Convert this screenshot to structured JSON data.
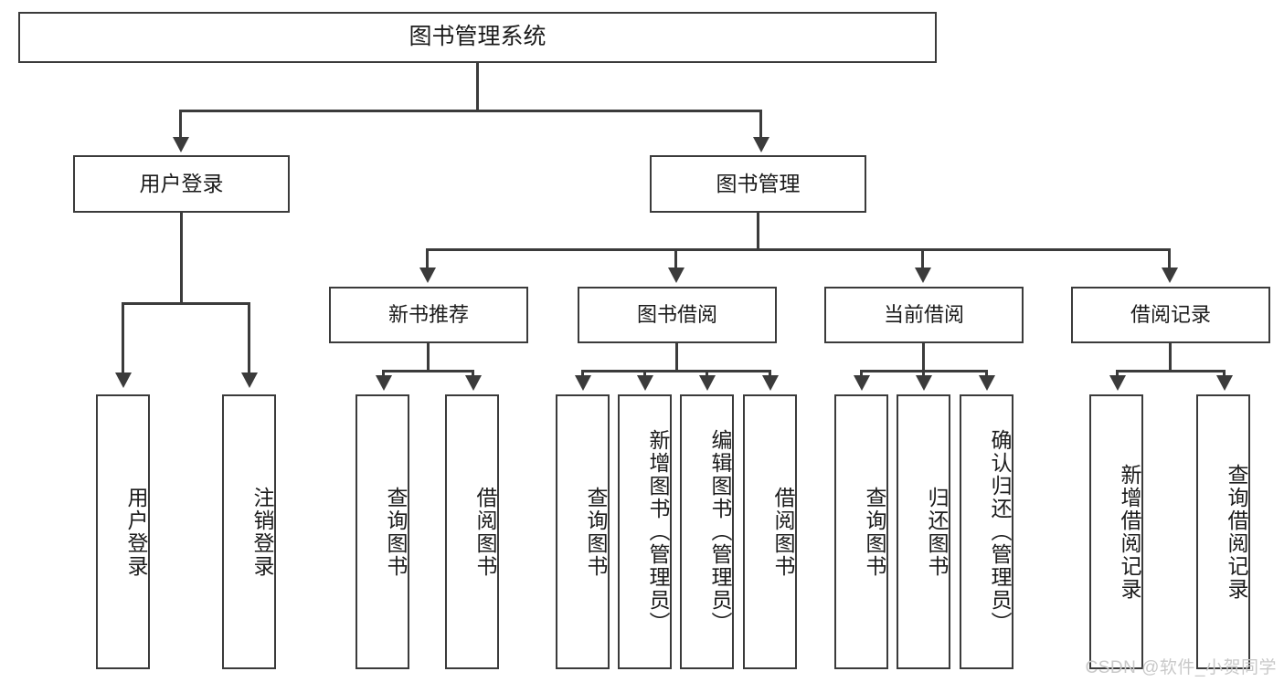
{
  "diagram": {
    "title": "图书管理系统",
    "watermark": "CSDN @软件_小贺同学",
    "colors": {
      "stroke": "#3b3b3b",
      "fill": "#ffffff",
      "text": "#1b1b1b",
      "watermark": "#c9c9c9"
    },
    "root": {
      "label": "图书管理系统"
    },
    "level2": [
      {
        "label": "用户登录"
      },
      {
        "label": "图书管理"
      }
    ],
    "level3": [
      {
        "label": "新书推荐"
      },
      {
        "label": "图书借阅"
      },
      {
        "label": "当前借阅"
      },
      {
        "label": "借阅记录"
      }
    ],
    "leaves": {
      "user_login": [
        {
          "label": "用户登录"
        },
        {
          "label": "注销登录"
        }
      ],
      "new_book": [
        {
          "label": "查询图书"
        },
        {
          "label": "借阅图书"
        }
      ],
      "book_borrow": [
        {
          "label": "查询图书"
        },
        {
          "label": "新增图书（管理员）"
        },
        {
          "label": "编辑图书（管理员）"
        },
        {
          "label": "借阅图书"
        }
      ],
      "current_borrow": [
        {
          "label": "查询图书"
        },
        {
          "label": "归还图书"
        },
        {
          "label": "确认归还（管理员）"
        }
      ],
      "borrow_record": [
        {
          "label": "新增借阅记录"
        },
        {
          "label": "查询借阅记录"
        }
      ]
    }
  }
}
